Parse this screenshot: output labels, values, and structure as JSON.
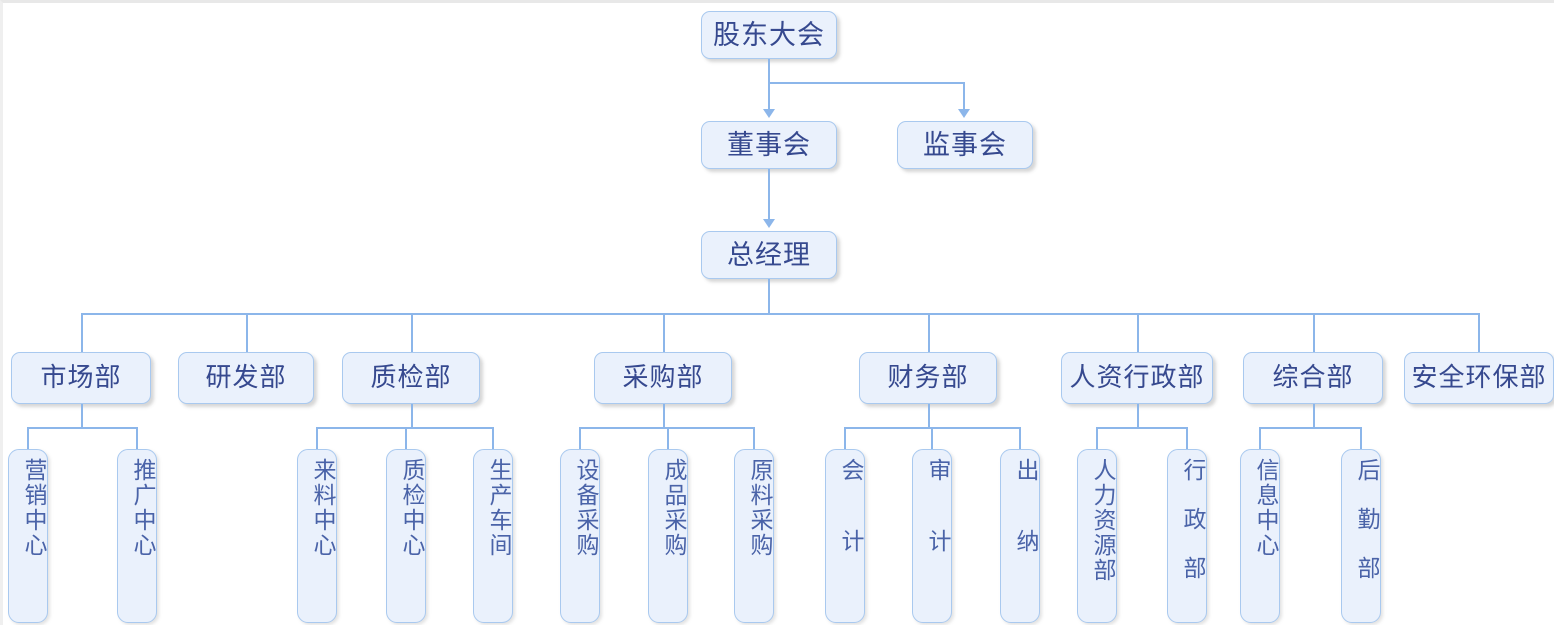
{
  "chart_title": "",
  "theme": {
    "node_fill": "#eaf1fc",
    "node_border": "#a9c9ef",
    "node_text": "#36498f",
    "leaf_text": "#4a63a8",
    "connector": "#8cb6ea",
    "canvas": "#ffffff"
  },
  "nodes": {
    "shareholders": "股东大会",
    "board": "董事会",
    "supervisors": "监事会",
    "general_manager": "总经理"
  },
  "departments": [
    {
      "label": "市场部"
    },
    {
      "label": "研发部"
    },
    {
      "label": "质检部"
    },
    {
      "label": "采购部"
    },
    {
      "label": "财务部"
    },
    {
      "label": "人资行政部"
    },
    {
      "label": "综合部"
    },
    {
      "label": "安全环保部"
    }
  ],
  "units": [
    {
      "label": "营销中心"
    },
    {
      "label": "推广中心"
    },
    {
      "label": "来料中心"
    },
    {
      "label": "质检中心"
    },
    {
      "label": "生产车间"
    },
    {
      "label": "设备采购"
    },
    {
      "label": "成品采购"
    },
    {
      "label": "原料采购"
    },
    {
      "label": "会计"
    },
    {
      "label": "审计"
    },
    {
      "label": "出纳"
    },
    {
      "label": "人力资源部"
    },
    {
      "label": "行政部"
    },
    {
      "label": "信息中心"
    },
    {
      "label": "后勤部"
    }
  ],
  "chart_data": {
    "type": "diagram",
    "diagram_kind": "organization-chart",
    "orientation": "top-down",
    "levels": 4,
    "hierarchy": {
      "name": "股东大会",
      "children": [
        {
          "name": "董事会",
          "children": [
            {
              "name": "总经理",
              "children": [
                {
                  "name": "市场部",
                  "children": [
                    {
                      "name": "营销中心"
                    },
                    {
                      "name": "推广中心"
                    }
                  ]
                },
                {
                  "name": "研发部",
                  "children": []
                },
                {
                  "name": "质检部",
                  "children": [
                    {
                      "name": "来料中心"
                    },
                    {
                      "name": "质检中心"
                    },
                    {
                      "name": "生产车间"
                    }
                  ]
                },
                {
                  "name": "采购部",
                  "children": [
                    {
                      "name": "设备采购"
                    },
                    {
                      "name": "成品采购"
                    },
                    {
                      "name": "原料采购"
                    }
                  ]
                },
                {
                  "name": "财务部",
                  "children": [
                    {
                      "name": "会计"
                    },
                    {
                      "name": "审计"
                    },
                    {
                      "name": "出纳"
                    }
                  ]
                },
                {
                  "name": "人资行政部",
                  "children": [
                    {
                      "name": "人力资源部"
                    },
                    {
                      "name": "行政部"
                    }
                  ]
                },
                {
                  "name": "综合部",
                  "children": [
                    {
                      "name": "信息中心"
                    },
                    {
                      "name": "后勤部"
                    }
                  ]
                },
                {
                  "name": "安全环保部",
                  "children": []
                }
              ]
            }
          ]
        },
        {
          "name": "监事会",
          "children": []
        }
      ]
    },
    "edges": [
      {
        "from": "股东大会",
        "to": "董事会",
        "arrow": true
      },
      {
        "from": "股东大会",
        "to": "监事会",
        "arrow": true
      },
      {
        "from": "董事会",
        "to": "总经理",
        "arrow": true
      },
      {
        "from": "总经理",
        "to": "市场部",
        "arrow": false
      },
      {
        "from": "总经理",
        "to": "研发部",
        "arrow": false
      },
      {
        "from": "总经理",
        "to": "质检部",
        "arrow": false
      },
      {
        "from": "总经理",
        "to": "采购部",
        "arrow": false
      },
      {
        "from": "总经理",
        "to": "财务部",
        "arrow": false
      },
      {
        "from": "总经理",
        "to": "人资行政部",
        "arrow": false
      },
      {
        "from": "总经理",
        "to": "综合部",
        "arrow": false
      },
      {
        "from": "总经理",
        "to": "安全环保部",
        "arrow": false
      },
      {
        "from": "市场部",
        "to": "营销中心",
        "arrow": false
      },
      {
        "from": "市场部",
        "to": "推广中心",
        "arrow": false
      },
      {
        "from": "质检部",
        "to": "来料中心",
        "arrow": false
      },
      {
        "from": "质检部",
        "to": "质检中心",
        "arrow": false
      },
      {
        "from": "质检部",
        "to": "生产车间",
        "arrow": false
      },
      {
        "from": "采购部",
        "to": "设备采购",
        "arrow": false
      },
      {
        "from": "采购部",
        "to": "成品采购",
        "arrow": false
      },
      {
        "from": "采购部",
        "to": "原料采购",
        "arrow": false
      },
      {
        "from": "财务部",
        "to": "会计",
        "arrow": false
      },
      {
        "from": "财务部",
        "to": "审计",
        "arrow": false
      },
      {
        "from": "财务部",
        "to": "出纳",
        "arrow": false
      },
      {
        "from": "人资行政部",
        "to": "人力资源部",
        "arrow": false
      },
      {
        "from": "人资行政部",
        "to": "行政部",
        "arrow": false
      },
      {
        "from": "综合部",
        "to": "信息中心",
        "arrow": false
      },
      {
        "from": "综合部",
        "to": "后勤部",
        "arrow": false
      }
    ],
    "node_count": 28,
    "edge_count": 26
  }
}
